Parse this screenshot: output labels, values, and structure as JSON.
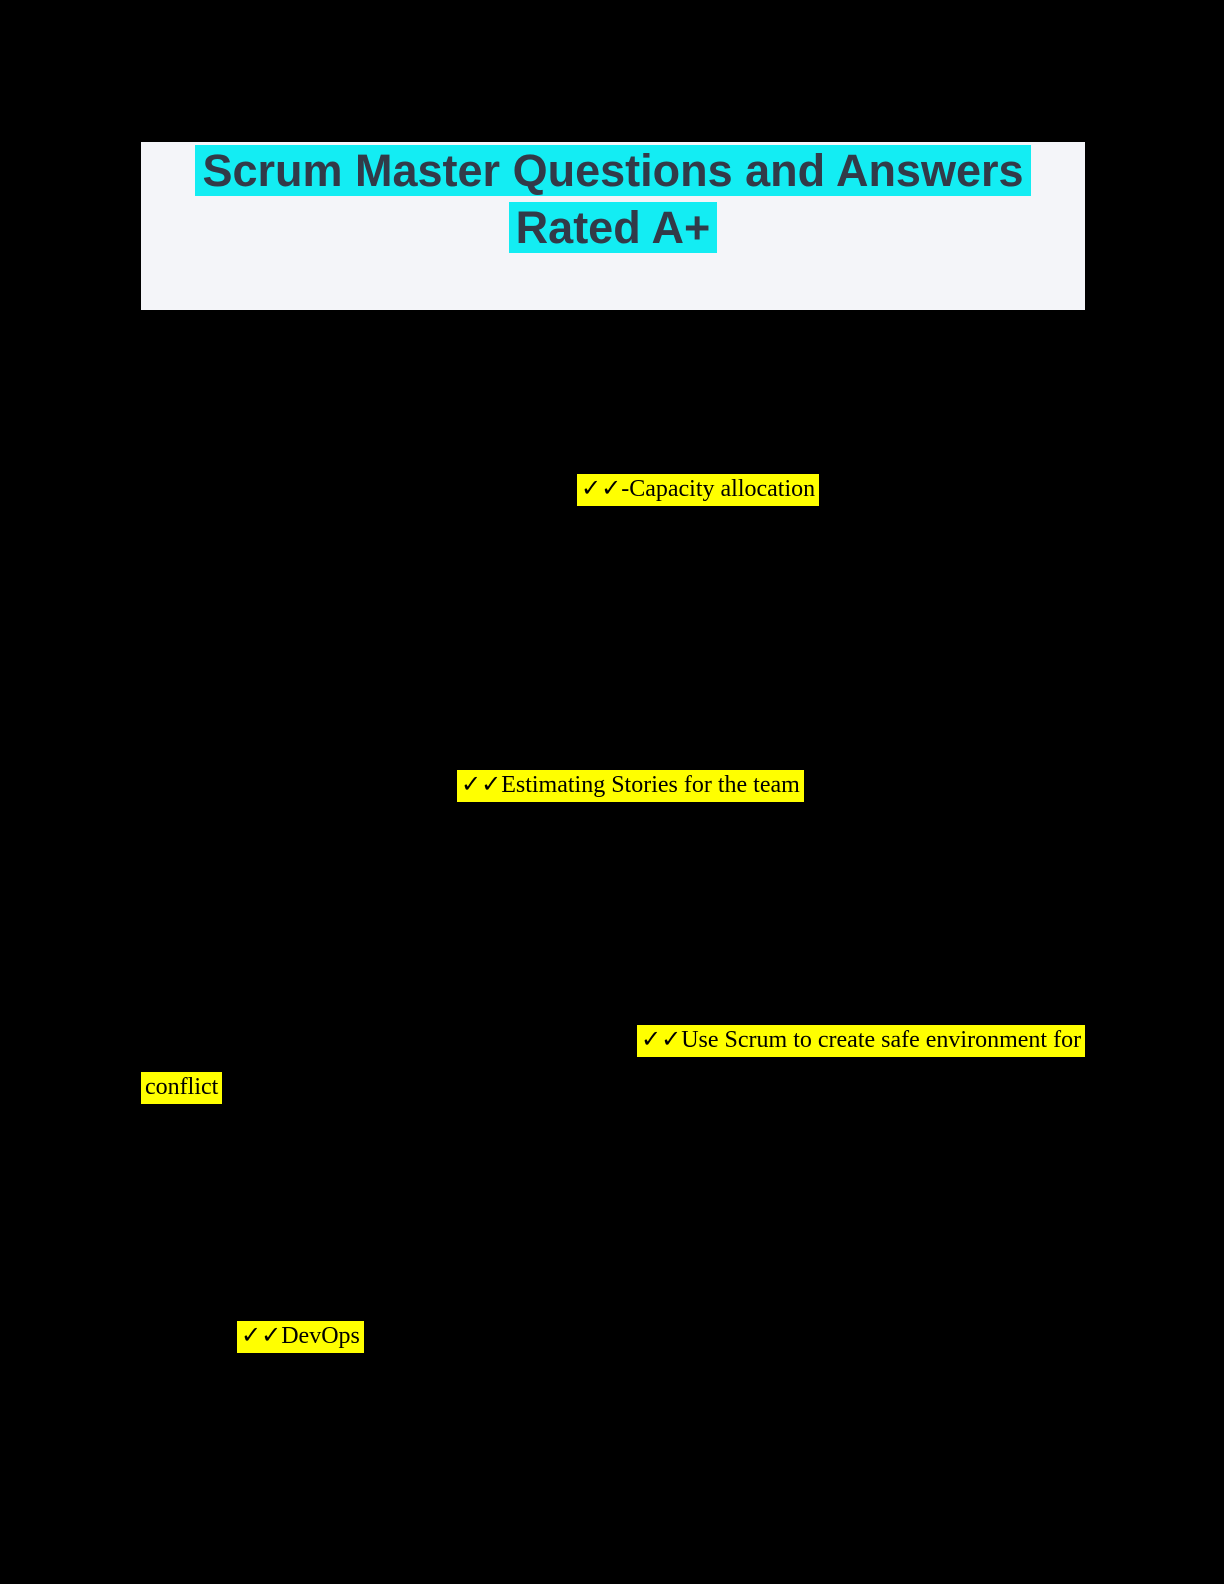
{
  "document": {
    "header": {
      "title_line1": "Scrum Master Questions and Answers",
      "title_line2": "Rated A+"
    },
    "answers": [
      {
        "text": "✓✓-Capacity allocation"
      },
      {
        "text": "✓✓Estimating Stories for the team"
      },
      {
        "text": "✓✓Use Scrum to create safe environment for"
      },
      {
        "text": "conflict"
      },
      {
        "text": "✓✓DevOps"
      }
    ],
    "colors": {
      "page_background": "#000000",
      "header_background": "#f4f5f9",
      "title_highlight": "#13edf3",
      "title_text": "#323a48",
      "answer_highlight": "#ffff00",
      "answer_text": "#000000"
    }
  }
}
